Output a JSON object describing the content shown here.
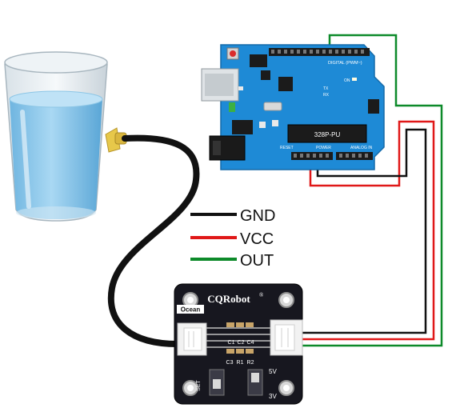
{
  "legend": {
    "gnd": {
      "label": "GND",
      "color": "#111111"
    },
    "vcc": {
      "label": "VCC",
      "color": "#e01818"
    },
    "out": {
      "label": "OUT",
      "color": "#0d8a2a"
    }
  },
  "arduino": {
    "chip_label": "328P-PU",
    "digital_label": "DIGITAL (PWM~)",
    "power_label": "POWER",
    "analog_label": "ANALOG IN",
    "on_label": "ON",
    "tx_label": "TX",
    "rx_label": "RX",
    "reset_label": "RESET",
    "board_color": "#1e8ad6"
  },
  "sensor_board": {
    "brand": "CQRobot",
    "brand_mark": "®",
    "tag": "Ocean",
    "set_label": "SET",
    "v5_label": "5V",
    "v3_label": "3V",
    "components": [
      "C1",
      "C2",
      "C4",
      "C3",
      "R1",
      "R2"
    ]
  },
  "glass": {
    "water_color": "#7ec3ea"
  },
  "probe": {
    "connector_color": "#e7c84a"
  }
}
